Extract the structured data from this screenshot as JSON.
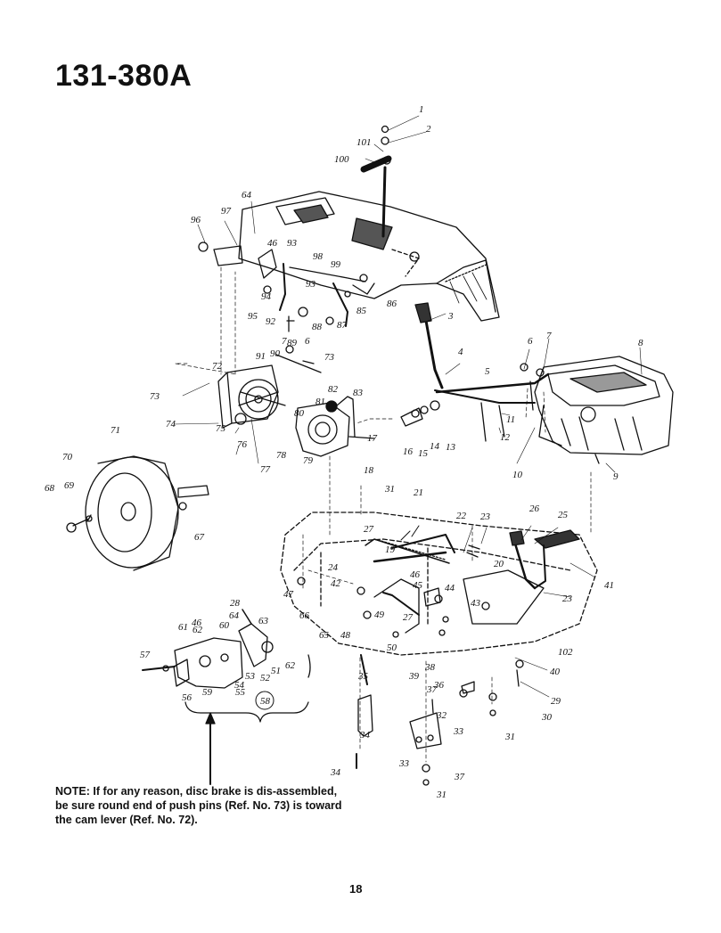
{
  "title": "131-380A",
  "note": "NOTE: If for any reason, disc brake is dis-assembled, be sure round end of push pins (Ref. No. 73) is toward the cam lever (Ref. No. 72).",
  "page_number": "18",
  "callouts": [
    "1",
    "2",
    "101",
    "100",
    "64",
    "96",
    "97",
    "46",
    "93",
    "98",
    "99",
    "94",
    "93",
    "92",
    "95",
    "86",
    "88",
    "87",
    "85",
    "6",
    "7",
    "3",
    "4",
    "5",
    "6",
    "7",
    "8",
    "89",
    "90",
    "73",
    "72",
    "91",
    "82",
    "83",
    "81",
    "80",
    "17",
    "73",
    "74",
    "75",
    "76",
    "77",
    "78",
    "79",
    "16",
    "15",
    "14",
    "13",
    "12",
    "11",
    "10",
    "9",
    "71",
    "70",
    "69",
    "68",
    "67",
    "18",
    "31",
    "21",
    "22",
    "23",
    "26",
    "25",
    "27",
    "19",
    "20",
    "24",
    "46",
    "45",
    "44",
    "43",
    "42",
    "47",
    "66",
    "65",
    "48",
    "49",
    "27",
    "41",
    "23",
    "102",
    "28",
    "64",
    "63",
    "46",
    "62",
    "61",
    "60",
    "62",
    "51",
    "52",
    "53",
    "54",
    "55",
    "59",
    "56",
    "57",
    "58",
    "50",
    "38",
    "36",
    "35",
    "39",
    "37",
    "40",
    "29",
    "30",
    "31",
    "32",
    "34",
    "33",
    "34",
    "33",
    "37",
    "31",
    "32"
  ]
}
